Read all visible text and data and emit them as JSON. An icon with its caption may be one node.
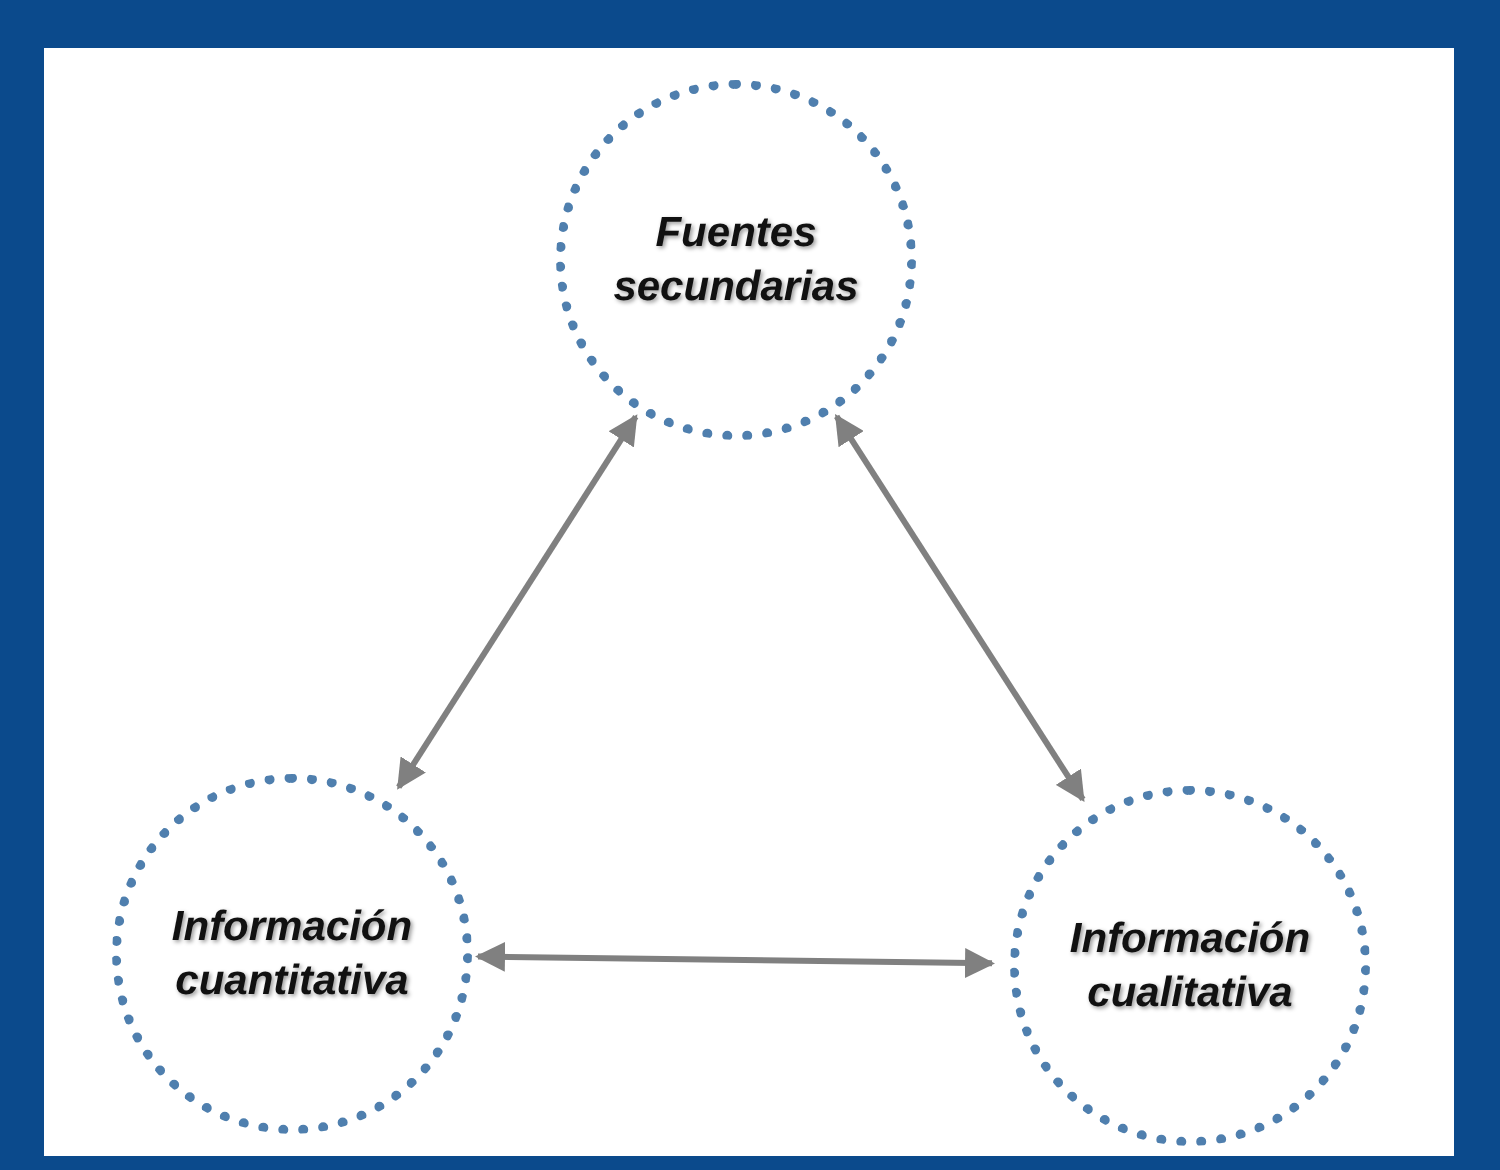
{
  "diagram": {
    "nodes": [
      {
        "text": [
          "Fuentes secundarias"
        ]
      },
      {
        "text": [
          "Información cuantitativa"
        ]
      },
      {
        "text": [
          "Información cualitativa"
        ]
      }
    ],
    "edges": [
      {
        "from": 0,
        "to": 1,
        "arrow": "both"
      },
      {
        "from": 0,
        "to": 2,
        "arrow": "both"
      },
      {
        "from": 1,
        "to": 2,
        "arrow": "both"
      }
    ]
  }
}
